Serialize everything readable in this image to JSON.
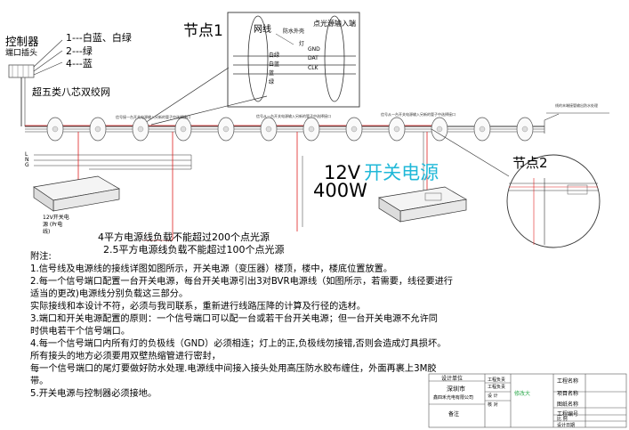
{
  "controller": {
    "title": "控制器",
    "subtitle": "端口插头",
    "pins": [
      "1---白蓝、白绿",
      "2---绿",
      "4---蓝"
    ],
    "cable": "超五类八芯双绞网"
  },
  "node1": {
    "title": "节点1",
    "col_net": "网线",
    "col_light": "点光源输入端",
    "waterproof": "防水外壳",
    "inner": "灯",
    "wire_labels": [
      "白绿",
      "白蓝",
      "蓝",
      "绿"
    ],
    "terminals": [
      "GND",
      "DAT",
      "CLK"
    ]
  },
  "node2": {
    "title": "节点2"
  },
  "annotations": {
    "run1": "信号接一台开关电源输入另新的管子中选择接口",
    "run2": "信号从一台开关电源输入另新的管子中选择接口",
    "run3": "信号从一台开关电源输入另新的管子中选择接口",
    "end": "线的末端接管输出防水处理"
  },
  "mains": [
    "L",
    "N",
    "G"
  ],
  "psu_left": {
    "label": "12V开关电源 (Pr电线)"
  },
  "psu_main": {
    "voltage": "12V",
    "type": "开关电源",
    "power": "400W"
  },
  "load_limits": [
    "4平方电源线负载不能超过200个点光源",
    "2.5平方电源线负载不能超过100个点光源"
  ],
  "notes": {
    "heading": "附注:",
    "lines": [
      "1.信号线及电源线的接线详图如图所示，开关电源（变压器）楼顶，楼中，楼底位置放置。",
      "2.每一个信号端口配置一台开关电源，每台开关电源引出3对BVR电源线（如图所示，若需要，线径要进行",
      "适当的更改)电源线分别负载这三部分。",
      "  实际接线和本设计不符，必须与我司联系，重新进行线路压降的计算及行径的选材。",
      "3.端口和开关电源配置的原则：一个信号端口可以配一台或若干台开关电源；但一台开关电源不允许同",
      "时供电若干个信号端口。",
      "4.每一个信号端口内所有灯的负极线（GND）必须相连；灯上的正,负极线勿接错,否则会造成灯具损坏。",
      "所有接头的地方必须要用双壁热缩管进行密封，",
      "  每一个信号端口的尾灯要做好防水处理.电源线中间接入接头处用高压防水胶布缠住，外面再裹上3M胶",
      "带。",
      "5.开关电源与控制器必须接地。"
    ]
  },
  "title_block": {
    "design_unit": "设计单位",
    "city": "深圳市",
    "company": "鑫四禾光电有限公司",
    "remark": "备注",
    "rows_mid": [
      "工程负责",
      "工程负责",
      "设  计",
      "核  对"
    ],
    "stamp": "修改大",
    "rows_right": [
      "工程名称",
      "项目名称",
      "图纸名称",
      "工程编号",
      "比  例",
      "设计日期"
    ]
  }
}
